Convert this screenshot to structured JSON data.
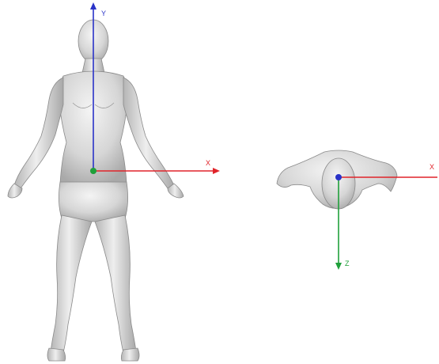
{
  "views": {
    "front": {
      "axes": [
        {
          "id": "x",
          "label": "X",
          "color": "#e0242a"
        },
        {
          "id": "y",
          "label": "Y",
          "color": "#2a33c8"
        }
      ],
      "origin_color": "#1fa03a"
    },
    "top": {
      "axes": [
        {
          "id": "x",
          "label": "X",
          "color": "#e0242a"
        },
        {
          "id": "z",
          "label": "Z",
          "color": "#1fa03a"
        }
      ],
      "origin_color": "#2a33c8"
    }
  },
  "colors": {
    "body_fill": "#d9d9d9",
    "body_stroke": "#8a8a8a"
  }
}
